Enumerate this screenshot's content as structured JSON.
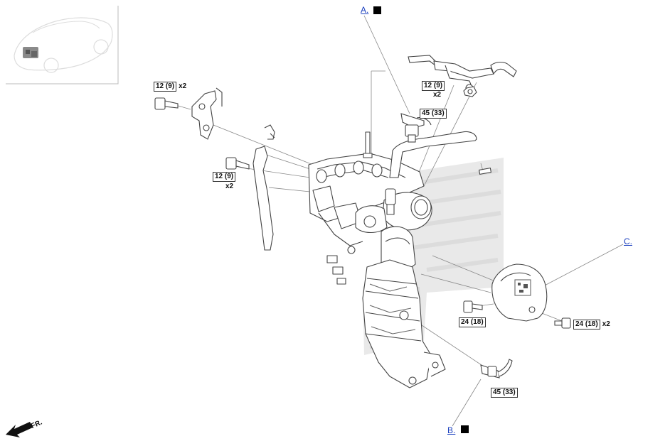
{
  "callouts": {
    "a": "A.",
    "b": "B.",
    "c": "C."
  },
  "torques": {
    "left_top_bolts": {
      "value": "12 (9)",
      "qty": "x2"
    },
    "left_mid_bolts": {
      "value": "12 (9)",
      "qty": "x2"
    },
    "top_right_nuts": {
      "value": "12 (9)",
      "qty": "x2"
    },
    "top_sensor": {
      "value": "45 (33)"
    },
    "heat_shield_front": {
      "value": "24 (18)"
    },
    "heat_shield_rear": {
      "value": "24 (18)",
      "qty": "x2"
    },
    "bottom_sensor": {
      "value": "45 (33)"
    }
  },
  "direction_label": "FR.",
  "icons": {
    "locator": "vehicle-locator-icon",
    "front_arrow": "front-direction-arrow-icon",
    "marker": "black-square-marker-icon"
  }
}
